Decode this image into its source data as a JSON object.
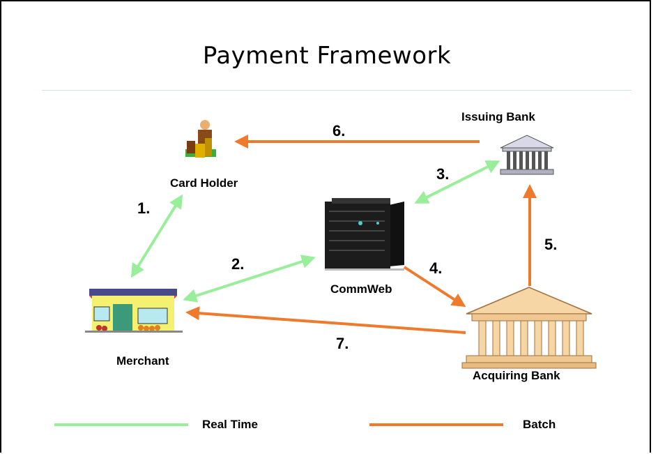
{
  "title": "Payment Framework",
  "nodes": {
    "card_holder": "Card Holder",
    "issuing_bank": "Issuing Bank",
    "commweb": "CommWeb",
    "merchant": "Merchant",
    "acquiring_bank": "Acquiring Bank"
  },
  "steps": [
    "1.",
    "2.",
    "3.",
    "4.",
    "5.",
    "6.",
    "7."
  ],
  "legend": {
    "real_time": "Real Time",
    "batch": "Batch"
  },
  "colors": {
    "real_time": "#99ee99",
    "batch": "#f07a2c"
  }
}
